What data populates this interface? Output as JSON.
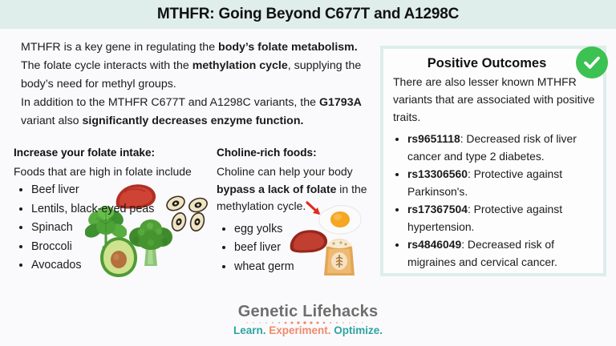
{
  "header": {
    "title": "MTHFR: Going Beyond C677T and A1298C",
    "bg_color": "#dfeeea"
  },
  "intro": {
    "line1_a": "MTHFR is a key gene in regulating the ",
    "line1_b": "body’s folate metabolism.",
    "line1_c": " The folate cycle interacts with the ",
    "line1_d": "methylation cycle",
    "line1_e": ", supplying the body’s need for methyl groups.",
    "line2_a": "In addition to the MTHFR C677T and A1298C variants, the ",
    "line2_b": "G1793A",
    "line2_c": " variant also ",
    "line2_d": "significantly decreases enzyme function."
  },
  "folate": {
    "heading": "Increase your folate intake:",
    "subtitle": "Foods that are high in folate include",
    "items": [
      "Beef liver",
      "Lentils, black-eyed peas",
      "Spinach",
      "Broccoli",
      "Avocados"
    ],
    "icons": [
      "beef-liver-icon",
      "black-eyed-peas-icon",
      "spinach-icon",
      "broccoli-icon",
      "avocado-icon"
    ]
  },
  "choline": {
    "heading": "Choline-rich foods:",
    "para_a": "Choline can help your body ",
    "para_b": "bypass a lack of folate",
    "para_c": " in the methylation cycle.",
    "items": [
      "egg yolks",
      "beef liver",
      "wheat germ"
    ],
    "icons": [
      "fried-egg-icon",
      "beef-liver-icon",
      "flour-sack-icon",
      "red-arrow-icon"
    ]
  },
  "panel": {
    "title": "Positive Outcomes",
    "badge_icon": "green-check-circle-icon",
    "badge_color": "#3cc153",
    "border_color": "#ddeeea",
    "intro": "There are also lesser known MTHFR variants that are associated with positive traits.",
    "variants": [
      {
        "rsid": "rs9651118",
        "effect": " Decreased risk of liver cancer and type 2 diabetes."
      },
      {
        "rsid": "rs13306560",
        "effect": " Protective against Parkinson's."
      },
      {
        "rsid": "rs17367504",
        "effect": " Protective against hypertension."
      },
      {
        "rsid": "rs4846049",
        "effect": " Decreased risk of migraines and cervical cancer."
      }
    ]
  },
  "footer": {
    "logo": "Genetic Lifehacks",
    "tag_learn": "Learn.",
    "tag_experiment": " Experiment.",
    "tag_optimize": " Optimize.",
    "logo_color": "#6e6e6e",
    "teal": "#2fa3a0",
    "orange": "#ef8a6a"
  }
}
